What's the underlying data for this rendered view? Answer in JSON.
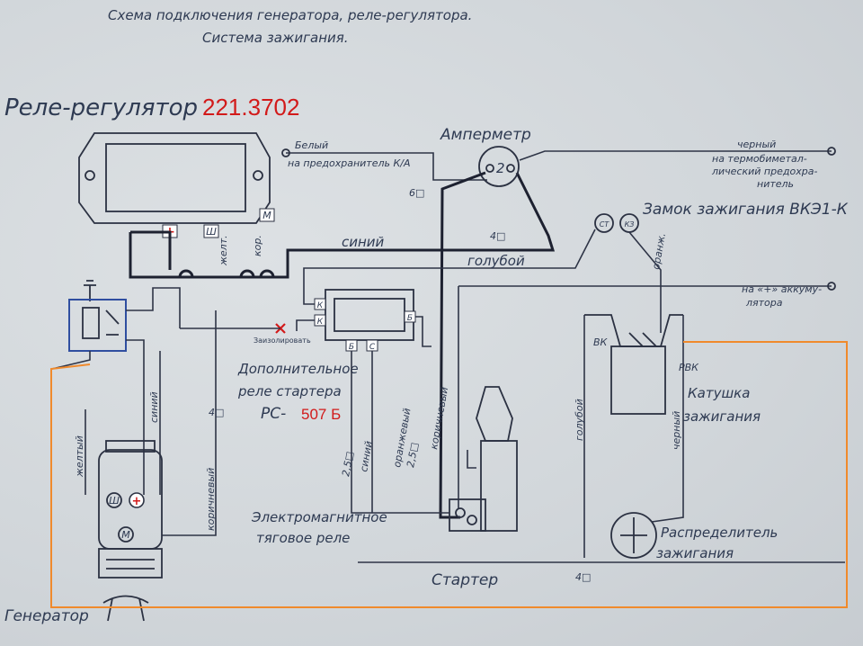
{
  "title": {
    "line1": "Схема подключения генератора, реле-регулятора.",
    "line2": "Система зажигания."
  },
  "regulator": {
    "label": "Реле-регулятор",
    "model": "221.3702",
    "terminal_plus": "+",
    "terminal_sh": "Ш",
    "terminal_m": "М"
  },
  "ammeter": {
    "label": "Амперметр",
    "mark": "2"
  },
  "ignition_switch": {
    "label": "Замок зажигания ВКЭ1-К",
    "t1": "СТ",
    "t2": "КЗ"
  },
  "starter_relay": {
    "label_line1": "Дополнительное",
    "label_line2": "реле стартера",
    "model_prefix": "РС-",
    "model": "507 Б",
    "t_k1": "К",
    "t_k2": "К",
    "t_b": "Б",
    "t_b2": "Б",
    "t_c": "С"
  },
  "coil": {
    "label_line1": "Катушка",
    "label_line2": "зажигания",
    "vk": "ВК",
    "rvk": "РВК"
  },
  "distributor": {
    "label_line1": "Распределитель",
    "label_line2": "зажигания"
  },
  "generator": {
    "label": "Генератор",
    "t_sh": "Ш",
    "t_plus": "+",
    "t_m": "М"
  },
  "solenoid": {
    "label_line1": "Электромагнитное",
    "label_line2": "тяговое реле"
  },
  "starter": {
    "label": "Стартер"
  },
  "insulate_note": "Заизолировать",
  "wires": {
    "white": "Белый",
    "white_note": "на предохранитель К/А",
    "black_top": "черный",
    "black_top_note1": "на термобиметал-",
    "black_top_note2": "лический предохра-",
    "black_top_note3": "нитель",
    "to_battery1": "на «+» аккуму-",
    "to_battery2": "лятора",
    "blue_top": "синий",
    "lightblue_top": "голубой",
    "orange": "оранж.",
    "yellow_reg": "желт.",
    "brown_reg": "кор.",
    "yellow_gen": "желтый",
    "blue_gen": "синий",
    "brown": "коричневый",
    "blue_starter": "синий",
    "orange_starter": "оранжевый",
    "brown_starter": "коричневый",
    "lightblue_coil": "голубой",
    "black_coil": "черный",
    "w6": "6□",
    "w4a": "4□",
    "w4b": "4□",
    "w4c": "4□",
    "w25": "2,5□",
    "w25b": "2,5□"
  },
  "colors": {
    "ink": "#2e3a52",
    "red": "#d21a1a",
    "orange": "#f08a2c",
    "paper": "#d3d8dc"
  }
}
